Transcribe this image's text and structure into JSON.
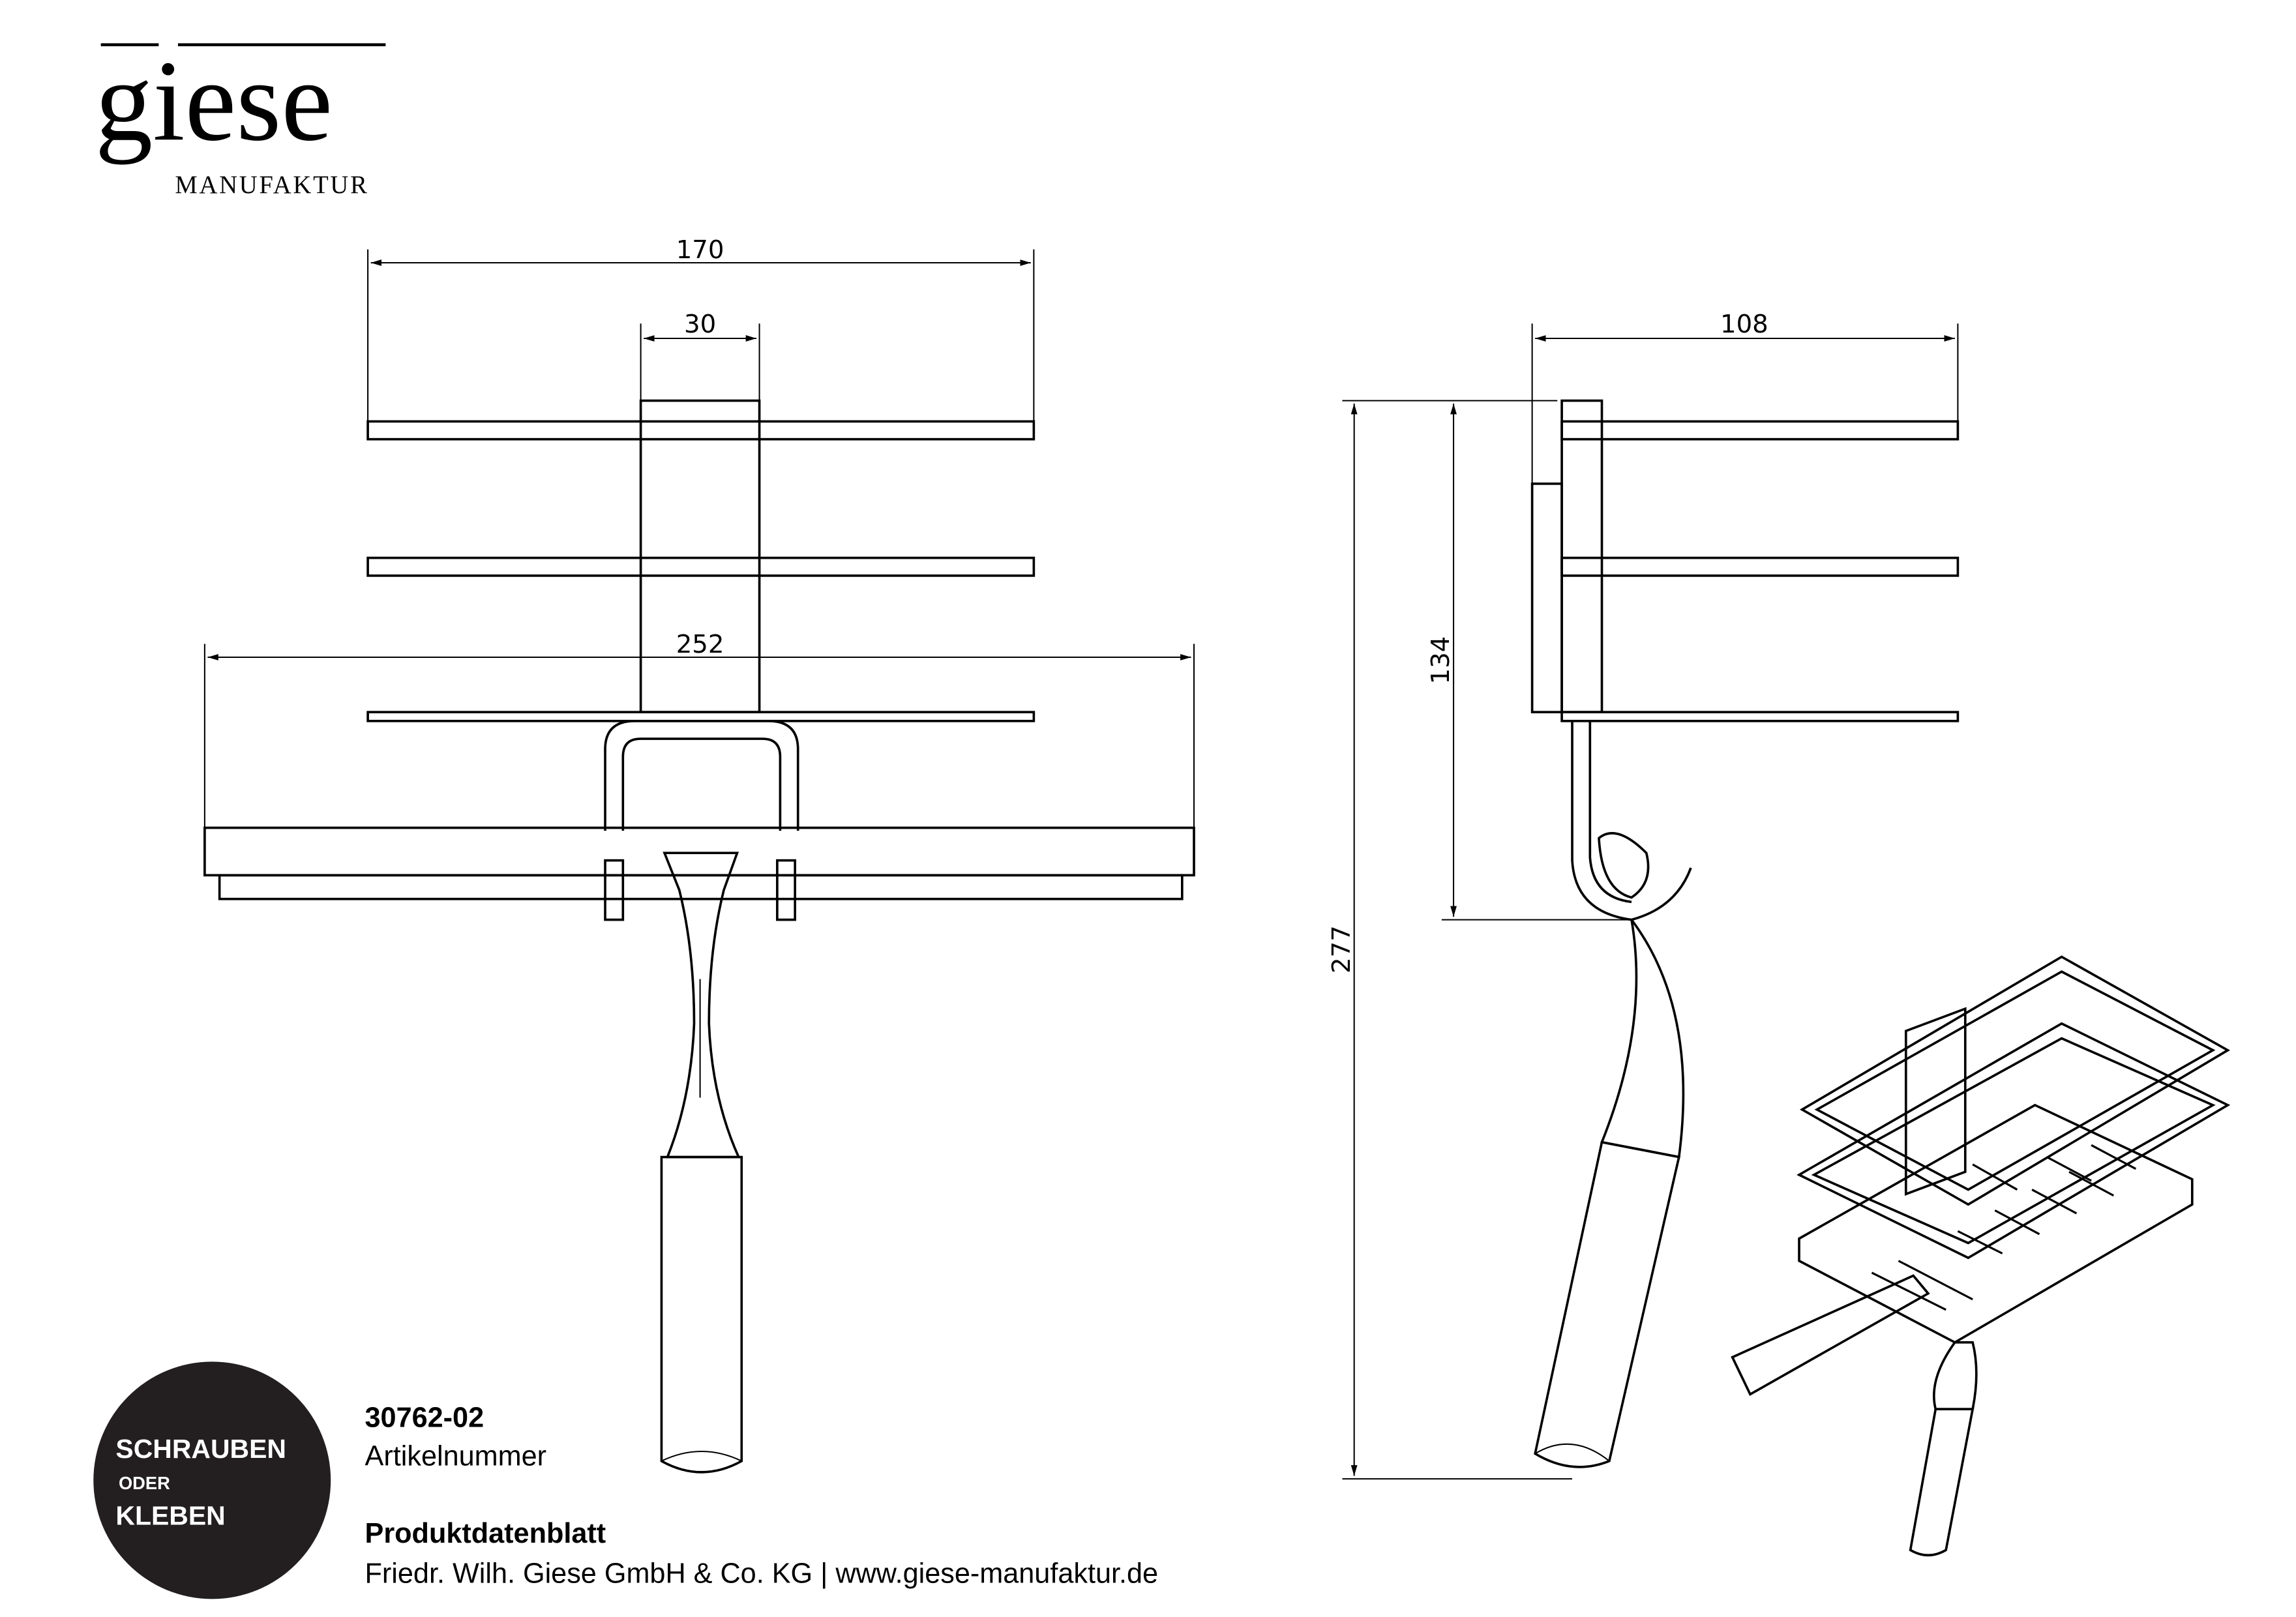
{
  "logo": {
    "name": "giese",
    "subtitle": "MANUFAKTUR"
  },
  "dimensions": {
    "front_width_top": "170",
    "column_width": "30",
    "squeegee_width": "252",
    "side_depth": "108",
    "shelf_height": "134",
    "total_height": "277"
  },
  "badge": {
    "line1": "SCHRAUBEN",
    "line2": "ODER",
    "line3": "KLEBEN",
    "color": "#231f20"
  },
  "article": {
    "number": "30762-02",
    "label": "Artikelnummer"
  },
  "footer": {
    "title": "Produktdatenblatt",
    "company": "Friedr. Wilh. Giese GmbH & Co. KG | www.giese-manufaktur.de"
  }
}
